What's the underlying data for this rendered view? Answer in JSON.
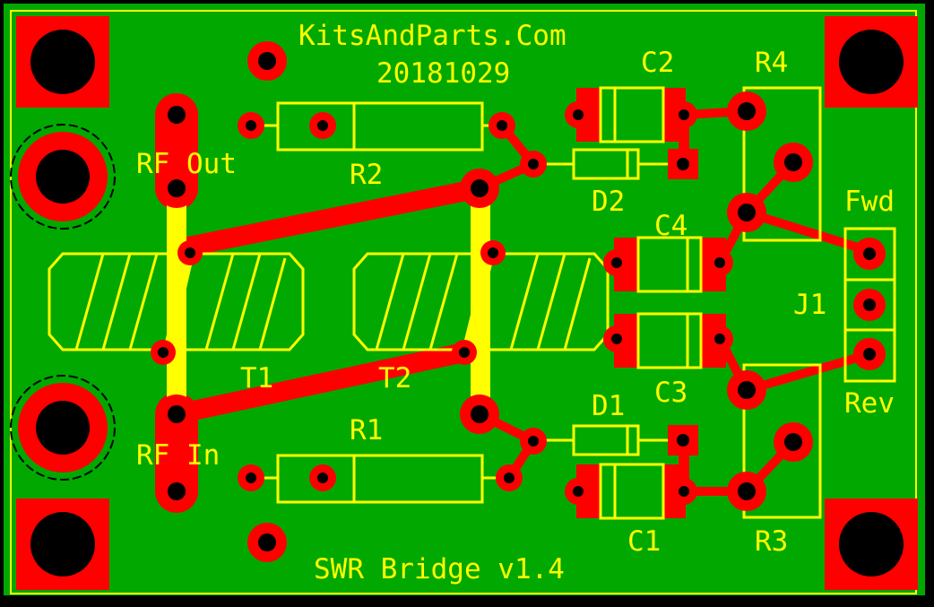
{
  "board": {
    "title": "KitsAndParts.Com",
    "date": "20181029",
    "name": "SWR Bridge v1.4"
  },
  "labels": {
    "rf_out": "RF Out",
    "rf_in": "RF In",
    "fwd": "Fwd",
    "rev": "Rev",
    "j1": "J1",
    "t1": "T1",
    "t2": "T2",
    "r1": "R1",
    "r2": "R2",
    "r3": "R3",
    "r4": "R4",
    "c1": "C1",
    "c2": "C2",
    "c3": "C3",
    "c4": "C4",
    "d1": "D1",
    "d2": "D2"
  },
  "colors": {
    "board": "#00a800",
    "copper": "#ff0000",
    "silkscreen": "#ffff00",
    "hole": "#000000"
  }
}
